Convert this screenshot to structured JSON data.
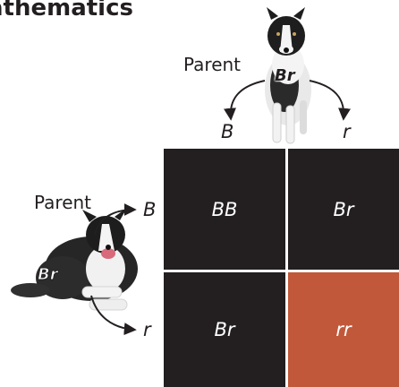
{
  "heading": "athematics",
  "top_parent": {
    "label": "Parent",
    "genotype": "Br",
    "alleles": [
      "B",
      "r"
    ]
  },
  "left_parent": {
    "label": "Parent",
    "genotype": "Br",
    "alleles": [
      "B",
      "r"
    ]
  },
  "punnett": {
    "cells": [
      {
        "genotype": "BB",
        "color": "#231f20"
      },
      {
        "genotype": "Br",
        "color": "#231f20"
      },
      {
        "genotype": "Br",
        "color": "#231f20"
      },
      {
        "genotype": "rr",
        "color": "#c1583a"
      }
    ]
  },
  "icons": [
    "border-collie-standing",
    "border-collie-lying"
  ]
}
